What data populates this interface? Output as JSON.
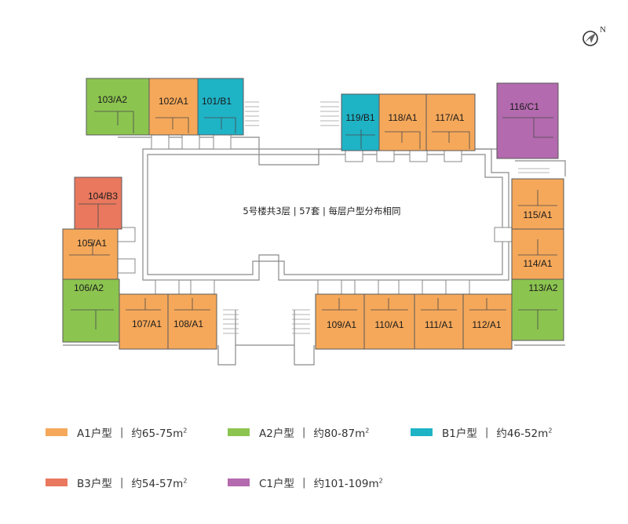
{
  "title": "5号楼共3层 | 57套 | 每层户型分布相同",
  "compass": {
    "label": "N"
  },
  "colors": {
    "A1": "#f5a85a",
    "A2": "#8cc450",
    "B1": "#1fb3c6",
    "B3": "#e9785e",
    "C1": "#b36aae",
    "wall": "#5a5a5a",
    "line": "#9a9a9a"
  },
  "units": [
    {
      "label": "103/A2",
      "type": "A2"
    },
    {
      "label": "102/A1",
      "type": "A1"
    },
    {
      "label": "101/B1",
      "type": "B1"
    },
    {
      "label": "119/B1",
      "type": "B1"
    },
    {
      "label": "118/A1",
      "type": "A1"
    },
    {
      "label": "117/A1",
      "type": "A1"
    },
    {
      "label": "116/C1",
      "type": "C1"
    },
    {
      "label": "104/B3",
      "type": "B3"
    },
    {
      "label": "105/A1",
      "type": "A1"
    },
    {
      "label": "106/A2",
      "type": "A2"
    },
    {
      "label": "107/A1",
      "type": "A1"
    },
    {
      "label": "108/A1",
      "type": "A1"
    },
    {
      "label": "109/A1",
      "type": "A1"
    },
    {
      "label": "110/A1",
      "type": "A1"
    },
    {
      "label": "111/A1",
      "type": "A1"
    },
    {
      "label": "112/A1",
      "type": "A1"
    },
    {
      "label": "113/A2",
      "type": "A2"
    },
    {
      "label": "114/A1",
      "type": "A1"
    },
    {
      "label": "115/A1",
      "type": "A1"
    }
  ],
  "legend": [
    {
      "type": "A1",
      "name": "A1户型",
      "area": "约65-75m",
      "sup": "2"
    },
    {
      "type": "A2",
      "name": "A2户型",
      "area": "约80-87m",
      "sup": "2"
    },
    {
      "type": "B1",
      "name": "B1户型",
      "area": "约46-52m",
      "sup": "2"
    },
    {
      "type": "B3",
      "name": "B3户型",
      "area": "约54-57m",
      "sup": "2"
    },
    {
      "type": "C1",
      "name": "C1户型",
      "area": "约101-109m",
      "sup": "2"
    }
  ]
}
